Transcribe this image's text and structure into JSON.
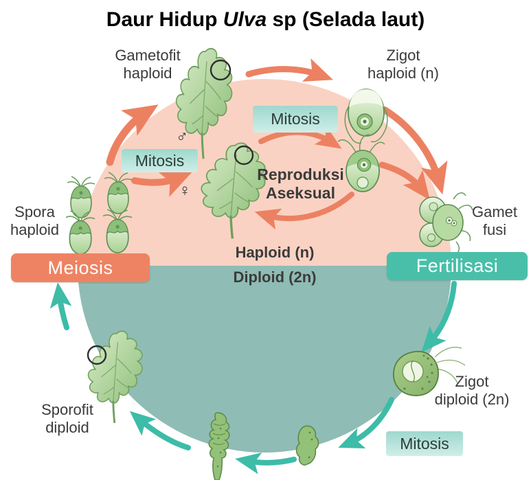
{
  "title": {
    "part1": "Daur Hidup ",
    "italic": "Ulva",
    "part2": " sp (Selada laut)"
  },
  "labels": {
    "gametofit_haploid": "Gametofit\nhaploid",
    "zigot_haploid": "Zigot\nhaploid (n)",
    "spora_haploid": "Spora\nhaploid",
    "gamet_fusi": "Gamet\nfusi",
    "zigot_diploid": "Zigot\ndiploid (2n)",
    "sporofit_diploid": "Sporofit\ndiploid",
    "reproduksi_aseksual": "Reproduksi\nAseksual"
  },
  "zones": {
    "haploid": "Haploid (n)",
    "diploid": "Diploid (2n)"
  },
  "boxes": {
    "meiosis": "Meiosis",
    "fertilisasi": "Fertilisasi",
    "mitosis_top": "Mitosis",
    "mitosis_left": "Mitosis",
    "mitosis_bottom": "Mitosis"
  },
  "symbols": {
    "male": "♂",
    "female": "♀"
  },
  "colors": {
    "haploid_zone": "#fad2c3",
    "diploid_zone": "#8fbcb4",
    "haploid_arrows": "#ec8162",
    "diploid_arrows": "#3dbca8",
    "meiosis_box": "#ee8363",
    "fertilisasi_box": "#49bfa9",
    "mitosis_box_top": "#9ed8cd",
    "mitosis_box_bottom": "#cfeee8",
    "label_text": "#3b3b3b"
  }
}
